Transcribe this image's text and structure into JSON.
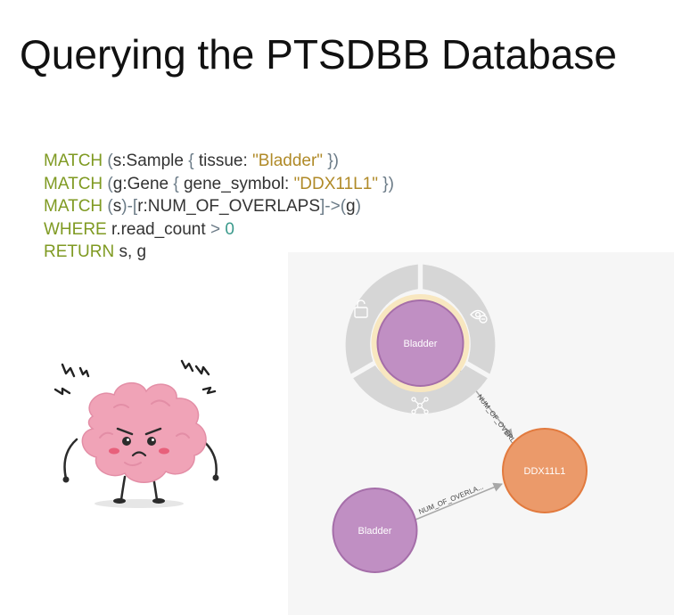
{
  "title": "Querying the PTSDBB Database",
  "query": [
    [
      {
        "t": "MATCH",
        "c": "kw"
      },
      {
        "t": " ",
        "c": "plain"
      },
      {
        "t": "(",
        "c": "pun"
      },
      {
        "t": "s:Sample ",
        "c": "plain"
      },
      {
        "t": "{ ",
        "c": "pun"
      },
      {
        "t": "tissue: ",
        "c": "plain"
      },
      {
        "t": "\"Bladder\"",
        "c": "str"
      },
      {
        "t": " })",
        "c": "pun"
      }
    ],
    [
      {
        "t": "MATCH",
        "c": "kw"
      },
      {
        "t": " ",
        "c": "plain"
      },
      {
        "t": "(",
        "c": "pun"
      },
      {
        "t": "g:Gene ",
        "c": "plain"
      },
      {
        "t": "{ ",
        "c": "pun"
      },
      {
        "t": "gene_symbol: ",
        "c": "plain"
      },
      {
        "t": "\"DDX11L1\"",
        "c": "str"
      },
      {
        "t": " })",
        "c": "pun"
      }
    ],
    [
      {
        "t": "MATCH",
        "c": "kw"
      },
      {
        "t": " ",
        "c": "plain"
      },
      {
        "t": "(",
        "c": "pun"
      },
      {
        "t": "s",
        "c": "plain"
      },
      {
        "t": ")-[",
        "c": "pun"
      },
      {
        "t": "r:NUM_OF_OVERLAPS",
        "c": "plain"
      },
      {
        "t": "]->(",
        "c": "pun"
      },
      {
        "t": "g",
        "c": "plain"
      },
      {
        "t": ")",
        "c": "pun"
      }
    ],
    [
      {
        "t": "WHERE",
        "c": "kw"
      },
      {
        "t": " r.read_count ",
        "c": "plain"
      },
      {
        "t": ">",
        "c": "pun"
      },
      {
        "t": " ",
        "c": "plain"
      },
      {
        "t": "0",
        "c": "num"
      }
    ],
    [
      {
        "t": "RETURN",
        "c": "kw"
      },
      {
        "t": " s, g",
        "c": "plain"
      }
    ]
  ],
  "graph": {
    "nodes": {
      "sample_top": {
        "label": "Bladder"
      },
      "gene": {
        "label": "DDX11L1"
      },
      "sample_bottom": {
        "label": "Bladder"
      }
    },
    "relationships": {
      "rel_top": {
        "label": "NUM_OF_OVERL..."
      },
      "rel_bottom": {
        "label": "NUM_OF_OVERLA..."
      }
    },
    "menu_icons": [
      "unlock-icon",
      "hide-eye-icon",
      "expand-relationships-icon"
    ]
  },
  "colors": {
    "sample_node": "#c08fc3",
    "sample_stroke": "#a56ea9",
    "gene_node": "#eb9a6a",
    "gene_stroke": "#e27a3e",
    "ring": "#d6d6d6",
    "selection_halo": "#f8e7c0"
  }
}
